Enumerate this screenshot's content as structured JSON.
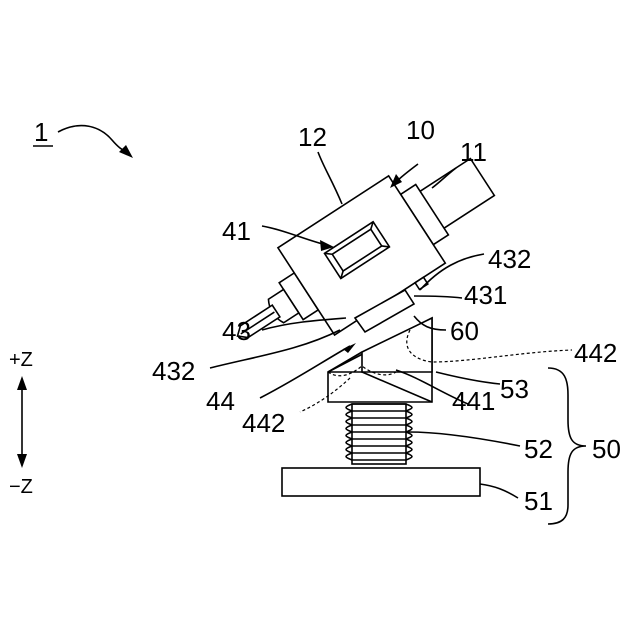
{
  "labels": {
    "assembly": "1",
    "unit": "10",
    "rear_cylinder": "11",
    "housing": "12",
    "window": "41",
    "pad_right": "432",
    "pad_right_lower": "431",
    "pad_left_label": "43",
    "pad_left": "432",
    "member": "60",
    "wedge_face": "442",
    "wedge_top": "44",
    "wedge_face_lower": "442",
    "wedge_face_right": "441",
    "block": "53",
    "spring": "52",
    "base": "51",
    "stage": "50"
  },
  "axis": {
    "plus": "+Z",
    "minus": "−Z"
  }
}
